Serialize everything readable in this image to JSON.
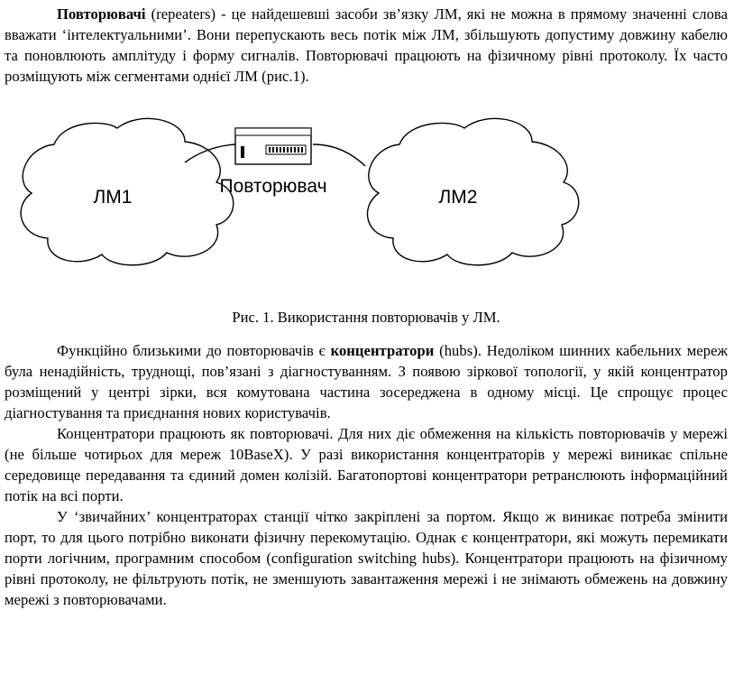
{
  "intro": {
    "term": "Повторювачі",
    "text": " (repeaters) - це найдешевші засоби зв’язку ЛМ, які не можна в прямому значенні слова вважати ‘інтелектуальними’. Вони перепускають весь потік між ЛМ, збільшують допустиму довжину кабелю та поновлюють амплітуду і форму сигналів. Повторювачі працюють на фізичному рівні протоколу. Їх часто розміщують між сегментами однієї ЛМ (рис.1)."
  },
  "figure": {
    "left_cloud_label": "ЛМ1",
    "right_cloud_label": "ЛМ2",
    "device_label": "Повторювач",
    "caption": "Рис. 1. Використання повторювачів у ЛМ."
  },
  "paragraph2": {
    "before": "Функційно близькими до повторювачів є ",
    "term": "концентратори",
    "after": " (hubs). Недоліком шинних кабельних мереж була ненадійність, труднощі, пов’язані з діагностуванням. З появою зіркової топології, у якій концентратор розміщений у центрі зірки, вся комутована частина зосереджена в одному місці. Це спрощує процес діагностування та приєднання нових користувачів."
  },
  "paragraph3": "Концентратори працюють як повторювачі. Для них діє обмеження на кількість повторювачів у мережі (не більше чотирьох для мереж 10BaseX). У разі використання концентраторів у мережі виникає спільне середовище передавання та єдиний домен колізій. Багатопортові концентратори ретранслюють інформаційний потік на всі порти.",
  "paragraph4": "У ‘звичайних’ концентраторах станції чітко закріплені за портом. Якщо ж виникає потреба змінити порт, то для цього потрібно виконати фізичну перекомутацію. Однак є концентратори, які можуть перемикати порти логічним, програмним способом (configuration switching hubs). Концентратори працюють на фізичному рівні протоколу, не фільтрують потік, не зменшують завантаження мережі і не знімають обмежень на довжину мережі з повторювачами."
}
